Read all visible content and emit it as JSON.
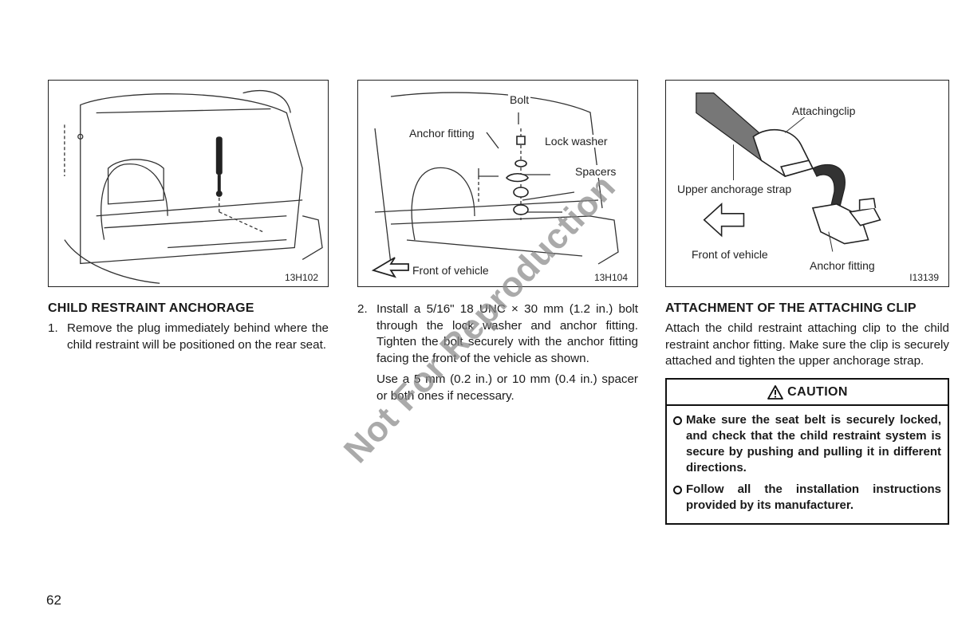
{
  "page_number": "62",
  "watermark": "Not For Reproduction",
  "column1": {
    "figure": {
      "code": "13H102"
    },
    "heading": "CHILD RESTRAINT ANCHORAGE",
    "step": {
      "number": "1.",
      "text": "Remove the plug immediately behind where the child restraint will be positioned on the rear seat."
    }
  },
  "column2": {
    "figure": {
      "code": "13H104",
      "labels": {
        "bolt": "Bolt",
        "anchor_fitting": "Anchor fitting",
        "lock_washer": "Lock washer",
        "spacers": "Spacers",
        "front_of_vehicle": "Front of vehicle"
      }
    },
    "step": {
      "number": "2.",
      "text": "Install a 5/16\" 18 UNC × 30 mm (1.2 in.) bolt through the lock washer and anchor fitting. Tighten the bolt securely with the anchor fitting facing the front of the vehicle as shown."
    },
    "note": "Use a 5 mm (0.2 in.) or 10 mm (0.4 in.) spacer or both ones if necessary."
  },
  "column3": {
    "figure": {
      "code": "I13139",
      "labels": {
        "attaching_clip": "Attachingclip",
        "upper_anchorage_strap": "Upper anchorage strap",
        "front_of_vehicle": "Front of vehicle",
        "anchor_fitting": "Anchor fitting"
      }
    },
    "heading": "ATTACHMENT OF THE ATTACHING CLIP",
    "text": "Attach the child restraint attaching clip to the child restraint anchor fitting. Make sure the clip is securely attached and tighten the upper anchorage strap.",
    "caution": {
      "title": "CAUTION",
      "items": [
        "Make sure the seat belt is securely locked, and check that the child restraint system is secure by pushing and pulling it in different directions.",
        "Follow all the installation instructions provided by its manufacturer."
      ]
    }
  }
}
